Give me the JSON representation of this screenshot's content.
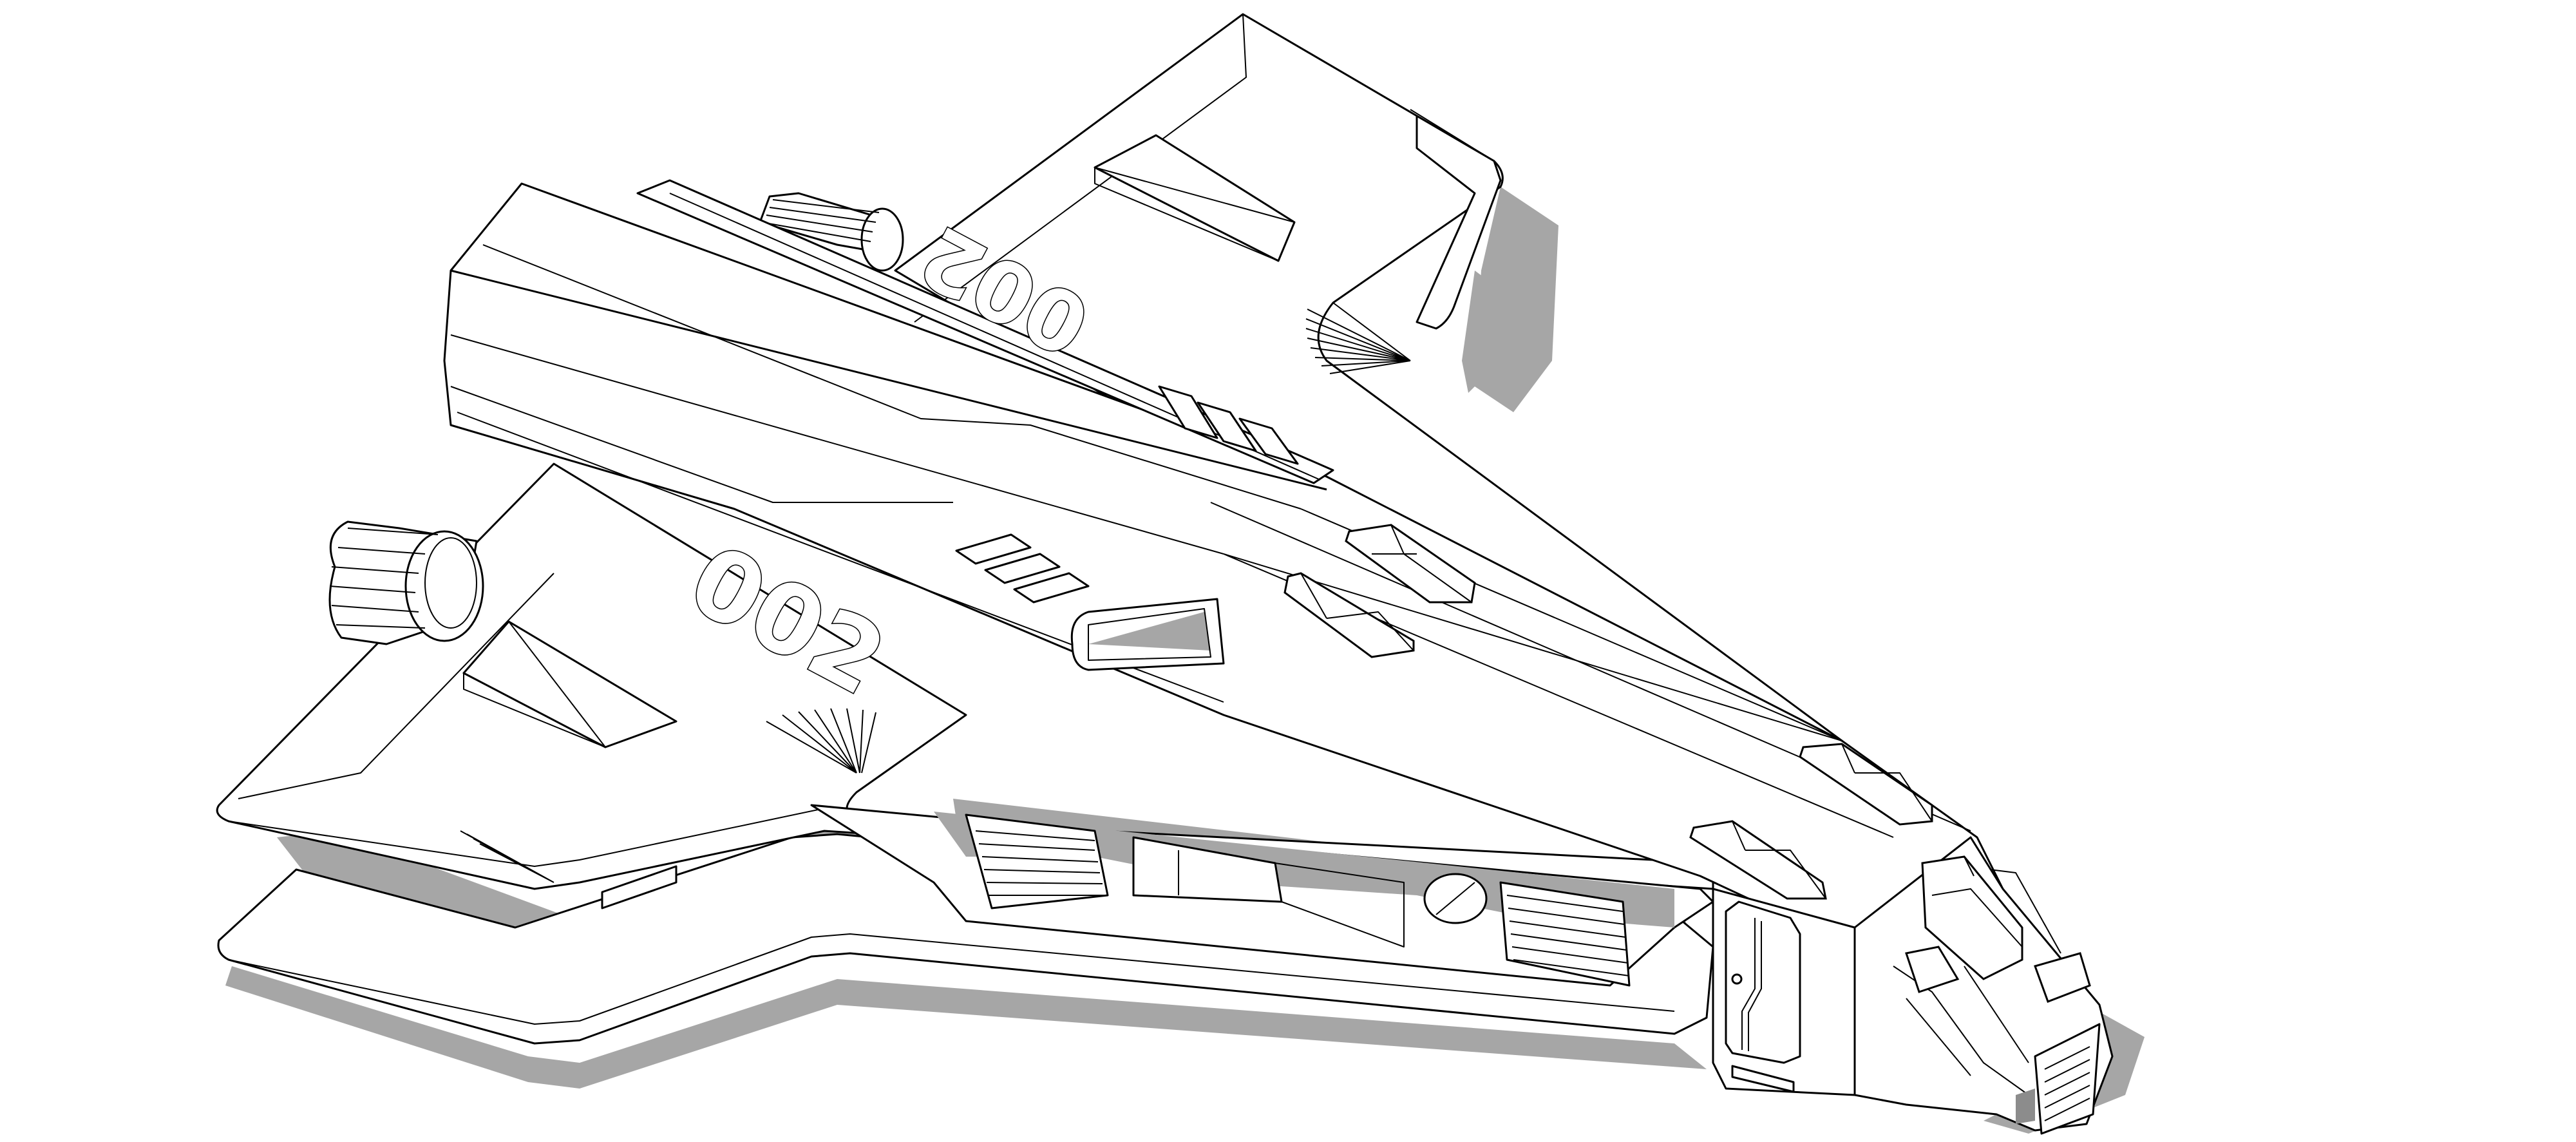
{
  "image": {
    "kind": "technical line drawing",
    "subject": "spaceship isometric render",
    "background_color": "#ffffff",
    "line_color": "#000000",
    "shadow_color": "#a6a6a6",
    "shadow_dark_color": "#8c8c8c"
  },
  "markings": {
    "left_wing_number": "002",
    "right_wing_number": "002",
    "right_wing_number_as_read": "200"
  },
  "components": {
    "main_hull": "main-hull",
    "upper_wing": "upper-right-wing",
    "lower_wing": "left-wing",
    "lower_skid": "landing-skid",
    "engines": [
      "upper-engine",
      "left-engine"
    ],
    "cockpit": "cockpit-canopy",
    "nose_grille": "nose-grille",
    "side_hatch": "side-hatch-door",
    "vents": [
      "wing-vent-upper",
      "wing-vent-lower",
      "belly-vent-left",
      "belly-vent-right"
    ],
    "windows": [
      "window-1",
      "window-2",
      "window-3",
      "window-4"
    ]
  }
}
